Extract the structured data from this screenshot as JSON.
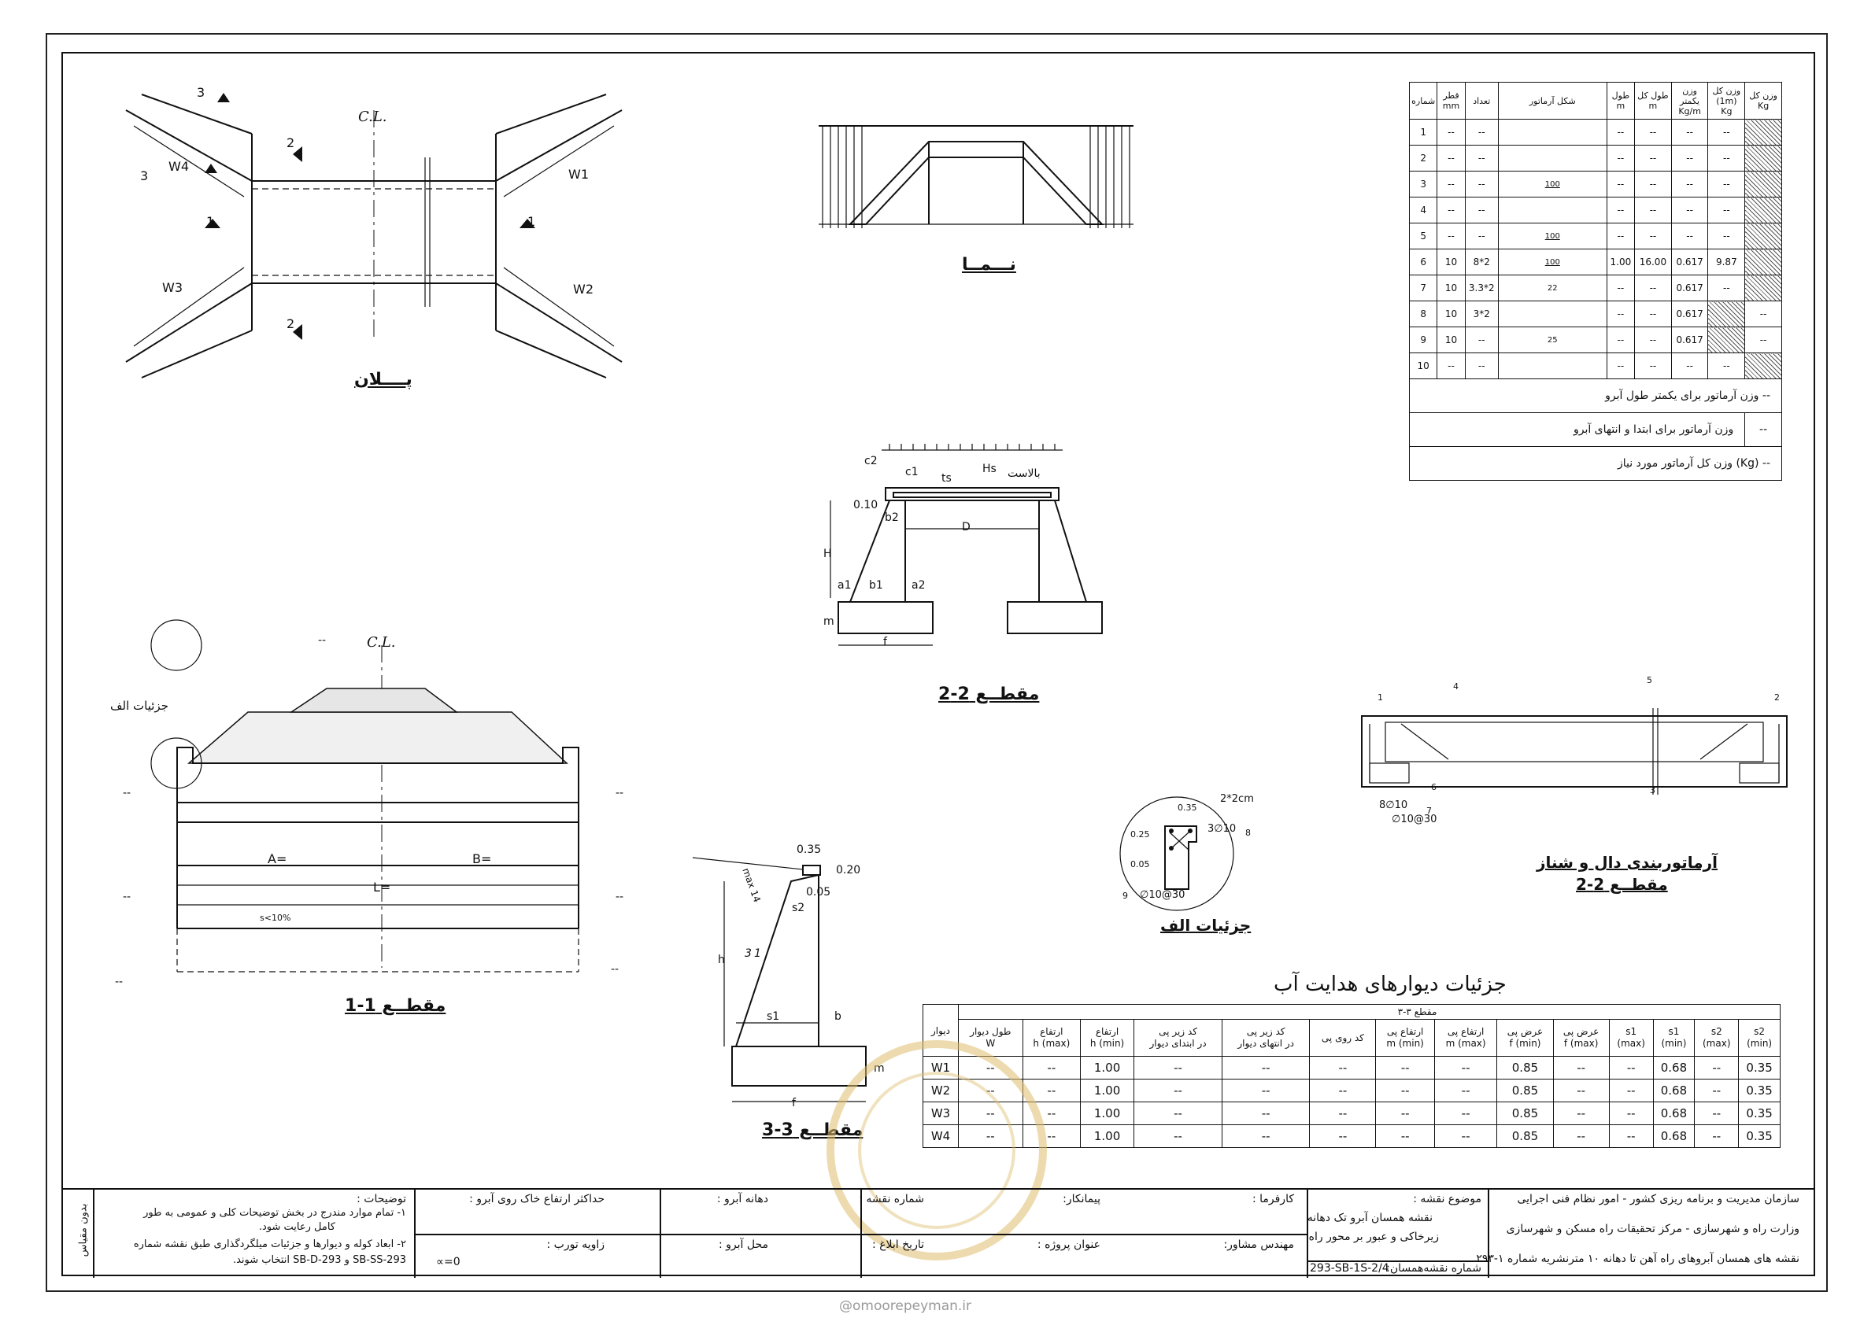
{
  "plan": {
    "title": "پــــلان",
    "cl": "C.L.",
    "w1": "W1",
    "w2": "W2",
    "w3": "W3",
    "w4": "W4",
    "s1": "1",
    "s2": "2",
    "s3": "3"
  },
  "elevation": {
    "title": "نـــمــا"
  },
  "sec22": {
    "title": "مقطــع 2-2",
    "ballast": "بالاست",
    "labels": [
      "c2",
      "c1",
      "ts",
      "Hs",
      "0.10",
      "b2",
      "D",
      "H",
      "a1",
      "b1",
      "a2",
      "m",
      "f"
    ]
  },
  "sec11": {
    "title": "مقطــع 1-1",
    "cl": "C.L.",
    "detail": "جزئیات الف",
    "a": "A=",
    "b": "B=",
    "l": "L=",
    "slope": "s<10%",
    "dash": "--"
  },
  "sec33": {
    "title": "مقطــع 3-3",
    "labels": [
      "0.35",
      "0.20",
      "0.05",
      "s2",
      "h",
      "s1",
      "b",
      "m",
      "f",
      "3",
      "1",
      "max 14"
    ]
  },
  "detailA": {
    "title": "جزئیات الف",
    "labels": [
      "0.35",
      "2*2cm",
      "3∅10",
      "8",
      "0.25",
      "0.05",
      "∅10@30",
      "9"
    ]
  },
  "slab": {
    "title": "آرماتوربندی دال و شناز",
    "subtitle": "مقطــع 2-2",
    "labels": [
      "1",
      "2",
      "3",
      "4",
      "5",
      "6",
      "7",
      "8∅10",
      "∅10@30"
    ]
  },
  "rebar": {
    "headers": [
      "شماره",
      "قطر\nmm",
      "تعداد",
      "شکل آرماتور",
      "طول\nm",
      "طول کل\nm",
      "وزن یکمتر\nKg/m",
      "وزن کل\n(1m)\nKg",
      "وزن کل\nKg"
    ],
    "rows": [
      [
        "1",
        "--",
        "--",
        "",
        "--",
        "--",
        "--",
        "--"
      ],
      [
        "2",
        "--",
        "--",
        "",
        "--",
        "--",
        "--",
        "--"
      ],
      [
        "3",
        "--",
        "--",
        "100",
        "--",
        "--",
        "--",
        "--"
      ],
      [
        "4",
        "--",
        "--",
        "",
        "--",
        "--",
        "--",
        "--"
      ],
      [
        "5",
        "--",
        "--",
        "100",
        "--",
        "--",
        "--",
        "--"
      ],
      [
        "6",
        "10",
        "8*2",
        "100",
        "1.00",
        "16.00",
        "0.617",
        "9.87"
      ],
      [
        "7",
        "10",
        "3.3*2",
        "22",
        "--",
        "--",
        "0.617",
        "--"
      ],
      [
        "8",
        "10",
        "3*2",
        "",
        "--",
        "--",
        "0.617",
        "--"
      ],
      [
        "9",
        "10",
        "--",
        "25",
        "--",
        "--",
        "0.617",
        "--"
      ],
      [
        "10",
        "--",
        "--",
        "",
        "--",
        "--",
        "--",
        "--"
      ]
    ],
    "sum1": "--   وزن آرماتور برای یکمتر طول آبرو",
    "sum2": "وزن آرماتور برای ابتدا و انتهای آبرو",
    "sum2v": "--",
    "sum3": "--   (Kg)  وزن کل آرماتور مورد نیاز"
  },
  "walls": {
    "title": "جزئیات دیوارهای هدایت آب",
    "section": "مقطع ۳-۳",
    "headers": [
      "دیوار",
      "طول دیوار\nW",
      "ارتفاع\nh  (max)",
      "ارتفاع\nh  (min)",
      "کد زیر پی\nدر ابتدای دیوار",
      "کد زیر پی\nدر انتهای دیوار",
      "کد روی پی",
      "ارتفاع پی\nm  (min)",
      "ارتفاع پی\nm  (max)",
      "عرض پی\nf  (min)",
      "عرض پی\nf  (max)",
      "s1\n(max)",
      "s1\n(min)",
      "s2\n(max)",
      "s2\n(min)"
    ],
    "rows": [
      [
        "W1",
        "--",
        "--",
        "1.00",
        "--",
        "--",
        "--",
        "--",
        "--",
        "0.85",
        "--",
        "--",
        "0.68",
        "--",
        "0.35"
      ],
      [
        "W2",
        "--",
        "--",
        "1.00",
        "--",
        "--",
        "--",
        "--",
        "--",
        "0.85",
        "--",
        "--",
        "0.68",
        "--",
        "0.35"
      ],
      [
        "W3",
        "--",
        "--",
        "1.00",
        "--",
        "--",
        "--",
        "--",
        "--",
        "0.85",
        "--",
        "--",
        "0.68",
        "--",
        "0.35"
      ],
      [
        "W4",
        "--",
        "--",
        "1.00",
        "--",
        "--",
        "--",
        "--",
        "--",
        "0.85",
        "--",
        "--",
        "0.68",
        "--",
        "0.35"
      ]
    ]
  },
  "titleblock": {
    "org1": "سازمان مدیریت و برنامه ریزی کشور - امور نظام فنی اجرایی",
    "org2": "وزارت راه و شهرسازی - مرکز تحقیقات راه مسکن و شهرسازی",
    "org3": "نقشه های همسان آبروهای راه آهن تا دهانه ۱۰ مترنشریه شماره ۱-۲۹۳",
    "subject_label": "موضوع نقشه :",
    "subject1": "نقشه همسان آبرو تک دهانه",
    "subject2": "زیرخاکی و عبور بر محور راه",
    "code_label": "شماره نقشه‌همسان:",
    "code": "293-SB-1S-2/4",
    "client": "کارفرما :",
    "consultant": "مهندس مشاور:",
    "contractor": "پیمانکار:",
    "project": "عنوان پروژه :",
    "sheet": "شماره نقشه :",
    "date": "تاریخ ابلاغ :",
    "span": "دهانه آبرو :",
    "place": "محل آبرو :",
    "maxfill": "حداکثر ارتفاع خاک روی آبرو :",
    "skew": "زاویه تورب :",
    "skew_val": "∝=0",
    "notes_title": "توضیحات :",
    "note1": "۱- تمام موارد مندرج در بخش توضیحات کلی و عمومی به طور",
    "note1b": "کامل رعایت شود.",
    "note2": "۲- ابعاد کوله و دیوارها و جزئیات میلگردگذاری طبق نقشه شماره",
    "note2b": "293-SB-SS و 293-SB-D  انتخاب شوند.",
    "scale": "بدون مقیاس"
  },
  "watermark": "@omoorepeyman.ir"
}
